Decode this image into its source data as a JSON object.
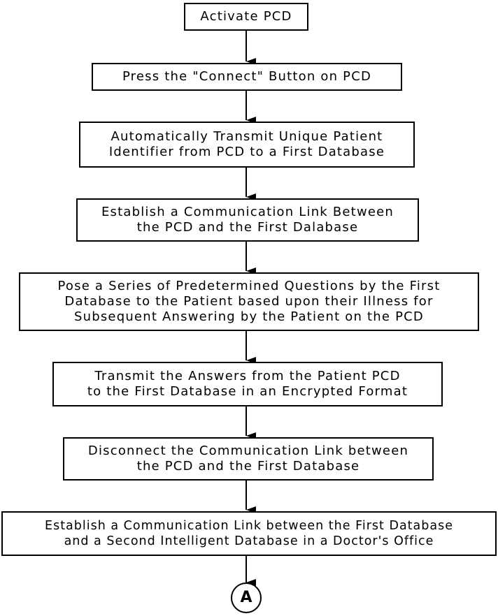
{
  "steps": [
    {
      "lines": [
        "Activate PCD"
      ]
    },
    {
      "lines": [
        "Press the \"Connect\" Button on PCD"
      ]
    },
    {
      "lines": [
        "Automatically Transmit Unique Patient",
        "Identifier from PCD to a First Database"
      ]
    },
    {
      "lines": [
        "Establish a Communication Link Between",
        "the PCD and the First Dalabase"
      ]
    },
    {
      "lines": [
        "Pose a Series of Predetermined Questions by the First",
        "Database to the Patient based upon their Illness for",
        "Subsequent Answering by the Patient on the PCD"
      ]
    },
    {
      "lines": [
        "Transmit the Answers from the Patient PCD",
        "to the First Database in an Encrypted Format"
      ]
    },
    {
      "lines": [
        "Disconnect the Communication Link between",
        "the PCD and the First Database"
      ]
    },
    {
      "lines": [
        "Establish a Communication Link between the First Database",
        "and a Second Intelligent Database in a Doctor's Office"
      ]
    }
  ],
  "connector": {
    "label": "A"
  }
}
